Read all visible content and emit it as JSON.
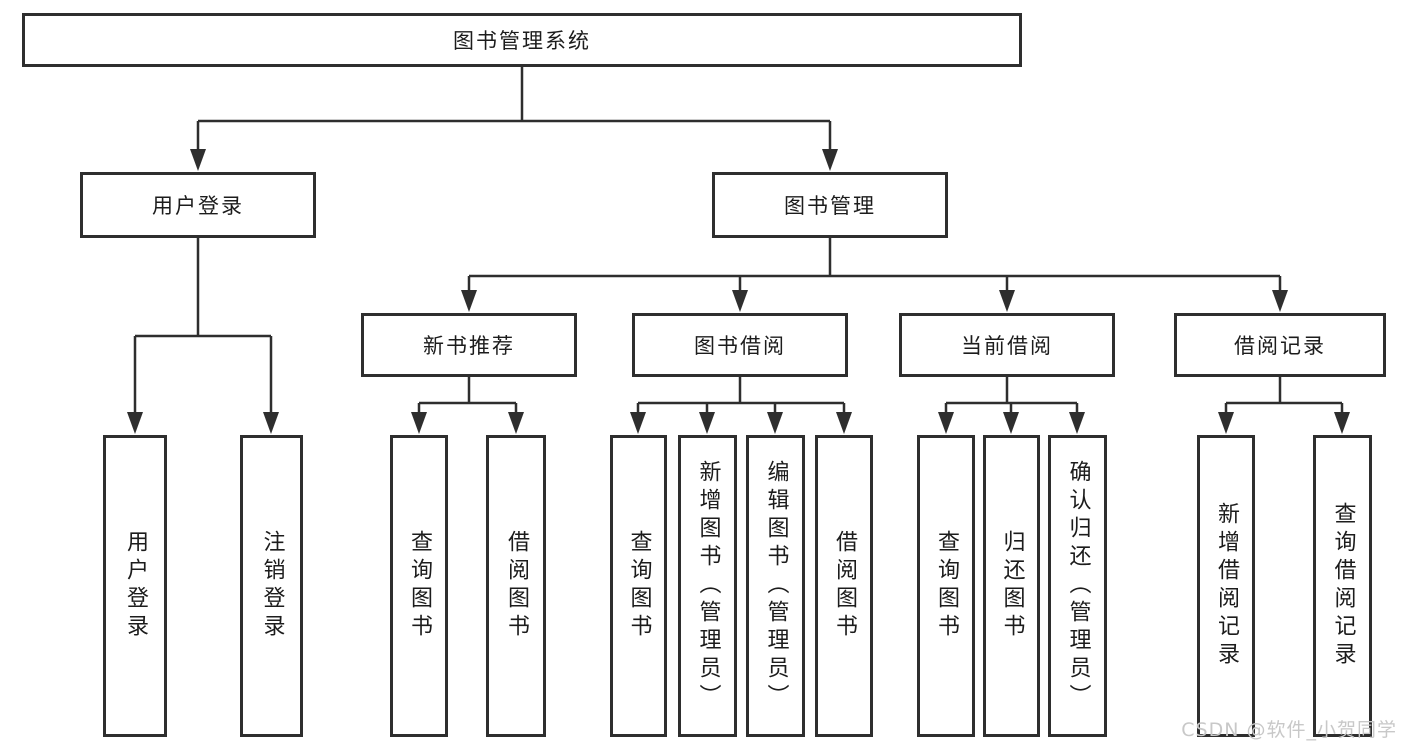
{
  "nodes": {
    "root": "图书管理系统",
    "login": {
      "label": "用户登录",
      "children": [
        "用户登录",
        "注销登录"
      ]
    },
    "mgmt": {
      "label": "图书管理",
      "groups": [
        {
          "label": "新书推荐",
          "children": [
            "查询图书",
            "借阅图书"
          ]
        },
        {
          "label": "图书借阅",
          "children": [
            "查询图书",
            "新增图书（管理员）",
            "编辑图书（管理员）",
            "借阅图书"
          ]
        },
        {
          "label": "当前借阅",
          "children": [
            "查询图书",
            "归还图书",
            "确认归还（管理员）"
          ]
        },
        {
          "label": "借阅记录",
          "children": [
            "新增借阅记录",
            "查询借阅记录"
          ]
        }
      ]
    }
  },
  "watermark": "CSDN @软件_小贺同学",
  "colors": {
    "line": "#2e2e2e",
    "text": "#1c1c1c",
    "background": "#ffffff",
    "watermark": "#c8c8c8"
  }
}
